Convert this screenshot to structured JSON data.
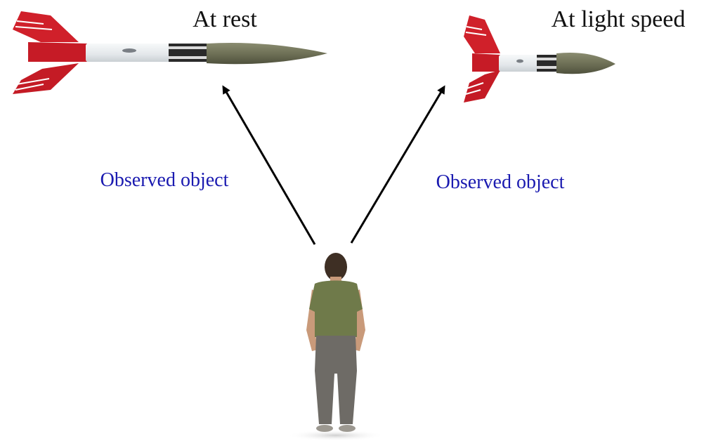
{
  "diagram": {
    "left_title": "At rest",
    "right_title": "At light speed",
    "left_arrow_label": "Observed object",
    "right_arrow_label": "Observed object"
  },
  "colors": {
    "background": "#ffffff",
    "title_text": "#111111",
    "label_text": "#1a1ab0",
    "arrow": "#000000",
    "rocket_fins": "#d0202a",
    "rocket_body": "#e8ecee",
    "rocket_nose": "#6f7157",
    "shirt": "#6f7a4a",
    "jeans": "#6e6b66"
  },
  "icons": {
    "left_rocket": "rocket-icon",
    "right_rocket": "rocket-icon",
    "observer": "person-observer-icon"
  }
}
